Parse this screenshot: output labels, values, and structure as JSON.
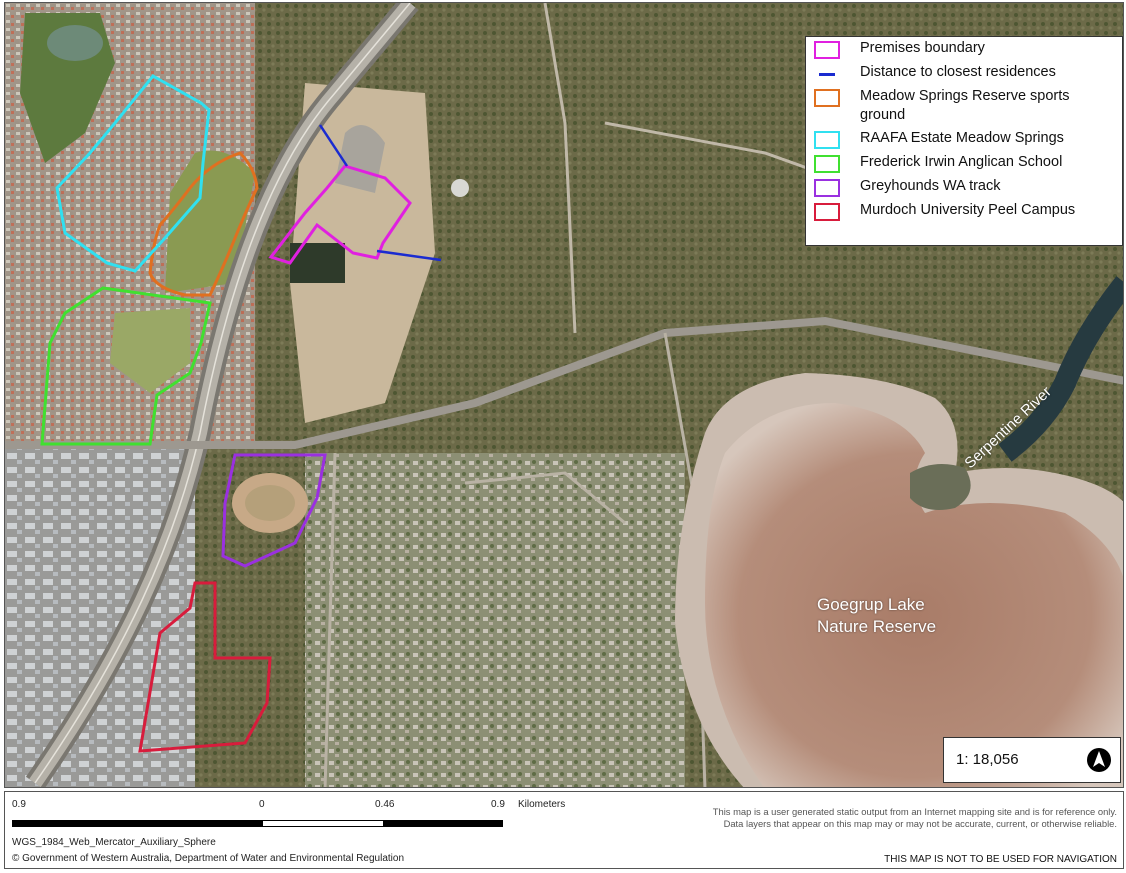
{
  "legend": {
    "items": [
      {
        "label": "Premises boundary",
        "color": "#e020e0",
        "kind": "box"
      },
      {
        "label": "Distance to closest residences",
        "color": "#1a2bd0",
        "kind": "line"
      },
      {
        "label": "Meadow Springs Reserve sports ground",
        "color": "#e07020",
        "kind": "box"
      },
      {
        "label": "RAAFA Estate Meadow Springs",
        "color": "#30e0f0",
        "kind": "box"
      },
      {
        "label": "Frederick Irwin Anglican School",
        "color": "#40e030",
        "kind": "box"
      },
      {
        "label": "Greyhounds WA track",
        "color": "#9a30e0",
        "kind": "box"
      },
      {
        "label": "Murdoch University Peel Campus",
        "color": "#d81c3c",
        "kind": "box"
      }
    ]
  },
  "map_labels": {
    "river": "Serpentine River",
    "lake_line1": "Goegrup Lake",
    "lake_line2": "Nature Reserve"
  },
  "scale": {
    "ratio": "1: 18,056",
    "ticks": [
      "0.9",
      "0",
      "0.46",
      "0.9"
    ],
    "unit": "Kilometers"
  },
  "north_arrow": "north-arrow-icon",
  "footer": {
    "crs": "WGS_1984_Web_Mercator_Auxiliary_Sphere",
    "copyright": "© Government of Western Australia, Department of Water and Environmental Regulation",
    "disclaimer": "This map is a user generated static output from an Internet mapping site and is for reference only. Data layers that appear on this map may or may not be accurate, current, or otherwise reliable.",
    "warning": "THIS MAP IS NOT TO BE USED FOR NAVIGATION"
  }
}
